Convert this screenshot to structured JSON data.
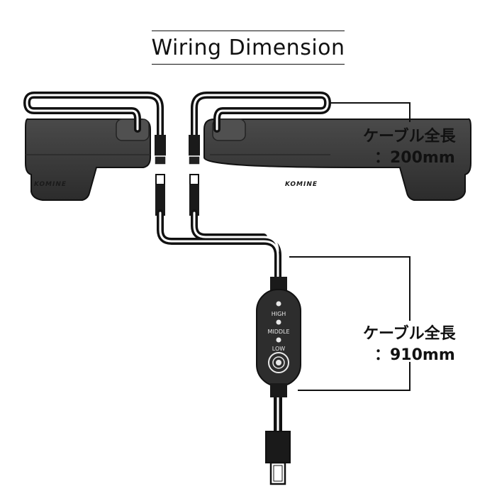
{
  "title": "Wiring Dimension",
  "brand": "KOMINE",
  "callouts": [
    {
      "line1": "ケーブル全長",
      "line2": "：200mm"
    },
    {
      "line1": "ケーブル全長",
      "line2": "：910mm"
    }
  ],
  "controller": {
    "levels": [
      "HIGH",
      "MIDDLE",
      "LOW"
    ]
  },
  "colors": {
    "pad": "#3a3a3a",
    "cable": "#111111",
    "outline": "#000000"
  }
}
